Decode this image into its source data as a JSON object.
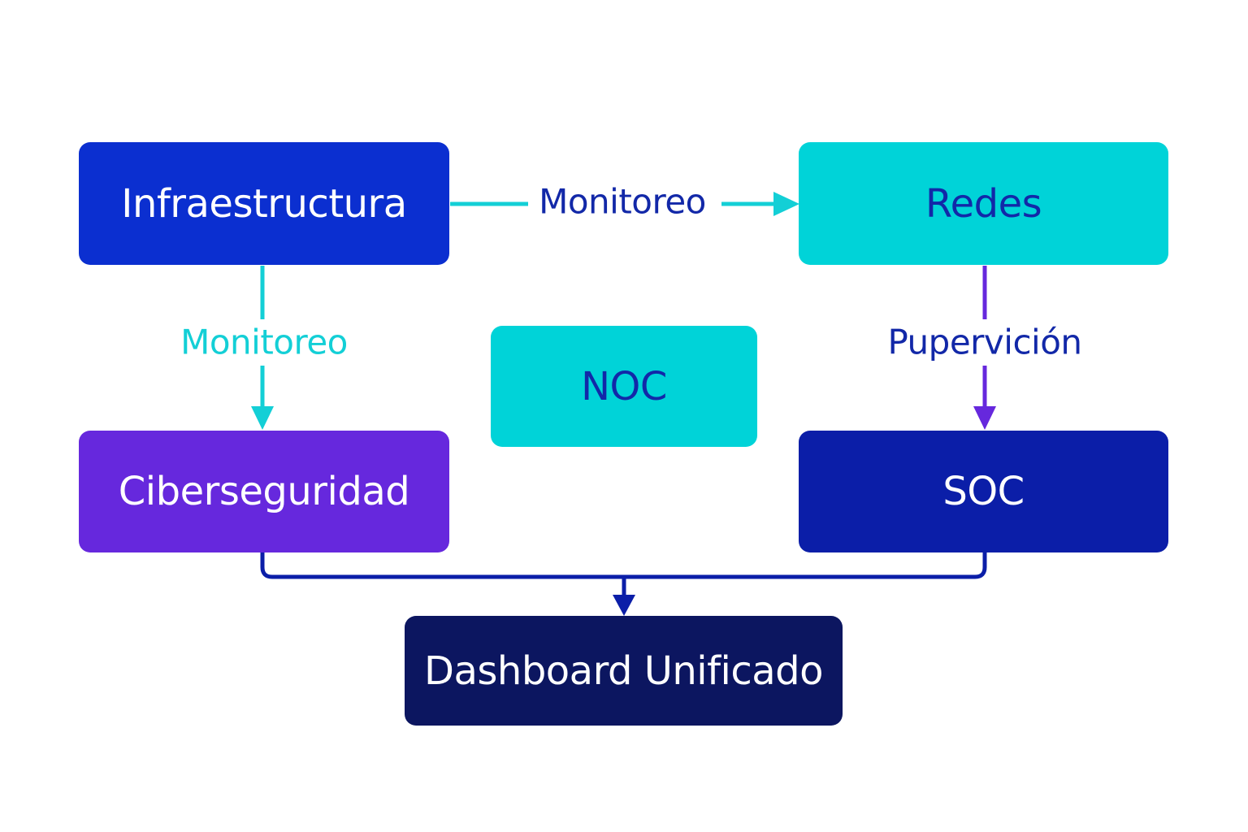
{
  "colors": {
    "infra": "#0b2fd0",
    "redes": "#00d3d8",
    "noc": "#00d3d8",
    "ciber": "#6628dd",
    "soc": "#0b1ea8",
    "dashboard": "#0c1660",
    "cyan_edge": "#13cfd6",
    "purple_edge": "#6628dd",
    "navy_edge": "#0b1ea8",
    "dark_text": "#1228a8",
    "white": "#ffffff"
  },
  "nodes": {
    "infraestructura": "Infraestructura",
    "redes": "Redes",
    "noc": "NOC",
    "ciberseguridad": "Ciberseguridad",
    "soc": "SOC",
    "dashboard": "Dashboard Unificado"
  },
  "edges": {
    "infra_to_redes": "Monitoreo",
    "infra_to_ciber": "Monitoreo",
    "redes_to_soc": "Pupervición"
  }
}
